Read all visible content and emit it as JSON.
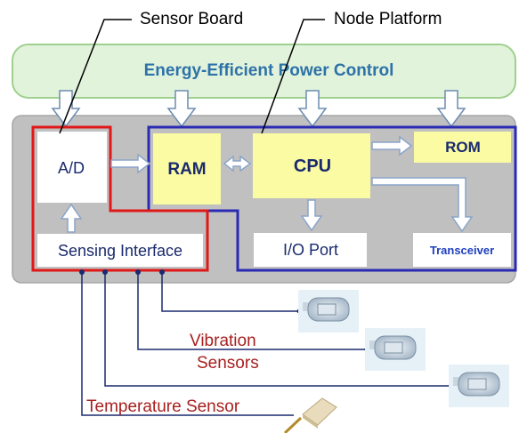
{
  "labels": {
    "sensor_board": "Sensor Board",
    "node_platform": "Node Platform",
    "power_control": "Energy-Efficient Power Control",
    "ad": "A/D",
    "ram": "RAM",
    "cpu": "CPU",
    "rom": "ROM",
    "io_port": "I/O Port",
    "transceiver": "Transceiver",
    "sensing_interface": "Sensing Interface",
    "vibration_line1": "Vibration",
    "vibration_line2": "Sensors",
    "temperature_sensor": "Temperature Sensor"
  },
  "colors": {
    "power_band": "#e2f3dc",
    "power_border": "#9fd08e",
    "power_text": "#2d72a8",
    "board_bg": "#c0c0c0",
    "yellow_block": "#fbfba3",
    "node_border": "#2a2ab4",
    "sensor_border": "#e01818",
    "transceiver_text": "#1f3fbf",
    "sensor_label_text": "#a82020",
    "wire": "#1a2a6e"
  }
}
